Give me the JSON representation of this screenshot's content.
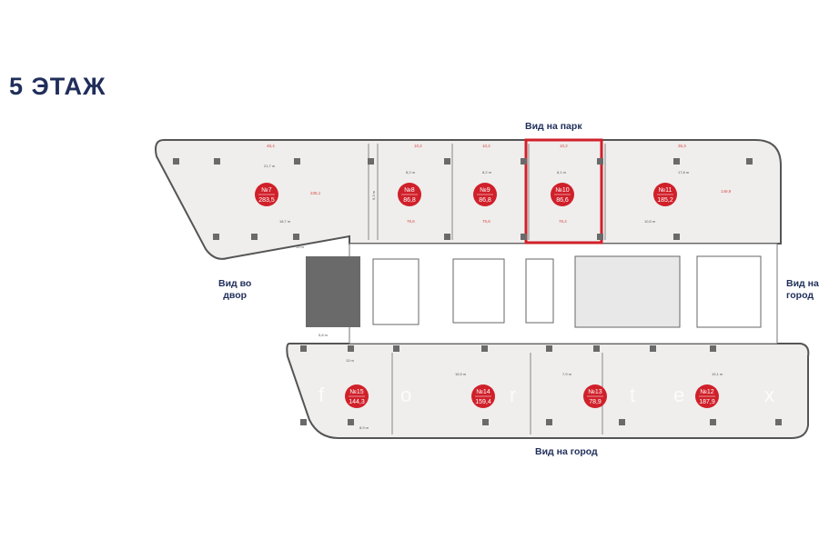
{
  "floor_title": "5 ЭТАЖ",
  "views": {
    "park": "Вид на парк",
    "yard": "Вид во\nдвор",
    "city_right": "Вид на\nгород",
    "city_bottom": "Вид на город"
  },
  "watermark": "fortex",
  "colors": {
    "badge": "#d0202a",
    "highlight": "#d0202a",
    "title": "#1f2e5a"
  },
  "units": [
    {
      "number": "№7",
      "area": "283,5",
      "inner_area": "235,1",
      "window_length": "48,4",
      "dims": [
        "21,7 m",
        "18,7 m"
      ]
    },
    {
      "number": "№8",
      "area": "86,8",
      "inner_area": "76,6",
      "window_length": "10,2",
      "dims": [
        "8,2 m"
      ]
    },
    {
      "number": "№9",
      "area": "86,8",
      "inner_area": "76,6",
      "window_length": "10,2",
      "dims": [
        "8,2 m"
      ]
    },
    {
      "number": "№10",
      "area": "86,6",
      "inner_area": "76,4",
      "window_length": "10,2",
      "dims": [
        "8,1 m"
      ],
      "highlighted": true
    },
    {
      "number": "№11",
      "area": "185,2",
      "inner_area": "149,9",
      "window_length": "35,3",
      "dims": [
        "17,8 m",
        "10,5 m"
      ]
    },
    {
      "number": "№15",
      "area": "144,3",
      "dims": [
        "13 m",
        "8,9 m"
      ]
    },
    {
      "number": "№14",
      "area": "159,4",
      "dims": [
        "15,9 m"
      ]
    },
    {
      "number": "№13",
      "area": "78,9",
      "dims": [
        "7,9 m"
      ]
    },
    {
      "number": "№12",
      "area": "187,9",
      "dims": [
        "19,1 m"
      ]
    }
  ],
  "misc_dims": {
    "depth": "9,3 m",
    "corridor": "13 m",
    "lobby": "5,8 m"
  }
}
